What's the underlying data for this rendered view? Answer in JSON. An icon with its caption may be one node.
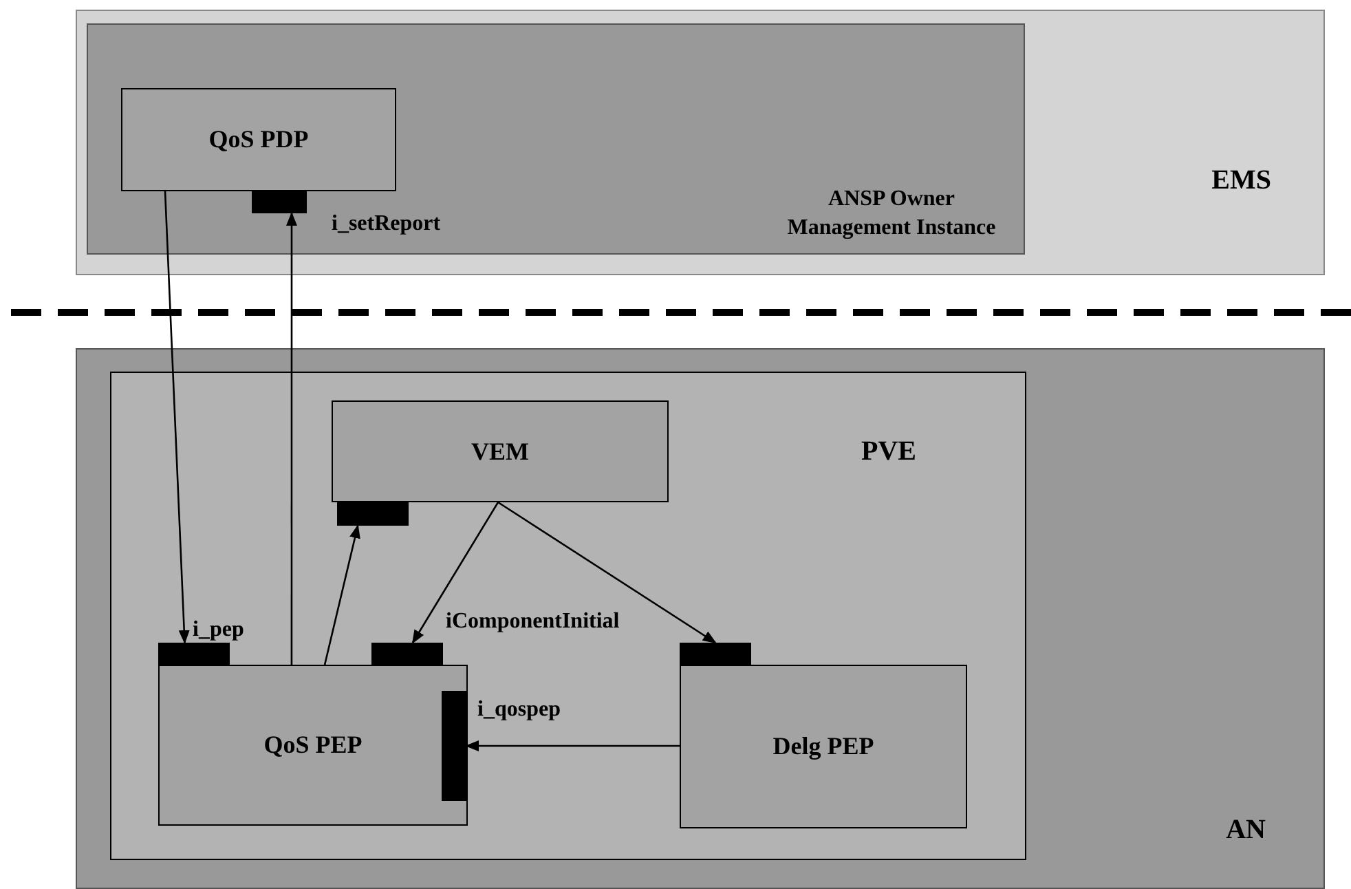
{
  "diagram": {
    "nodes": [
      {
        "text": [
          "EMS"
        ]
      },
      {
        "text": [
          "ANSP Owner Management Instance"
        ],
        "in": 0
      },
      {
        "text": [
          "QoS PDP"
        ],
        "in": 1
      },
      {
        "text": [],
        "shape": "bar",
        "in": 1,
        "beside": [
          "i_setReport"
        ]
      },
      {
        "text": [
          "AN"
        ]
      },
      {
        "text": [
          "PVE"
        ],
        "in": 4
      },
      {
        "text": [
          "VEM"
        ],
        "in": 5
      },
      {
        "text": [],
        "shape": "bar",
        "in": 5
      },
      {
        "text": [
          "QoS PEP"
        ],
        "in": 5
      },
      {
        "text": [],
        "shape": "bar",
        "in": 5,
        "beside": [
          "i_pep"
        ]
      },
      {
        "text": [],
        "shape": "bar",
        "in": 5,
        "beside": [
          "iComponentInitial"
        ]
      },
      {
        "text": [],
        "shape": "bar",
        "in": 8,
        "beside": [
          "i_qospep"
        ]
      },
      {
        "text": [
          "Delg PEP"
        ],
        "in": 5
      },
      {
        "text": [],
        "shape": "bar",
        "in": 5
      }
    ],
    "edges": [
      {
        "from": 2,
        "to": 9,
        "arrow": "to"
      },
      {
        "from": 8,
        "to": 3,
        "arrow": "to"
      },
      {
        "from": 8,
        "to": 7,
        "arrow": "to"
      },
      {
        "from": 6,
        "to": 10,
        "arrow": "to"
      },
      {
        "from": 6,
        "to": 13,
        "arrow": "to"
      },
      {
        "from": 12,
        "to": 11,
        "arrow": "to"
      }
    ]
  }
}
